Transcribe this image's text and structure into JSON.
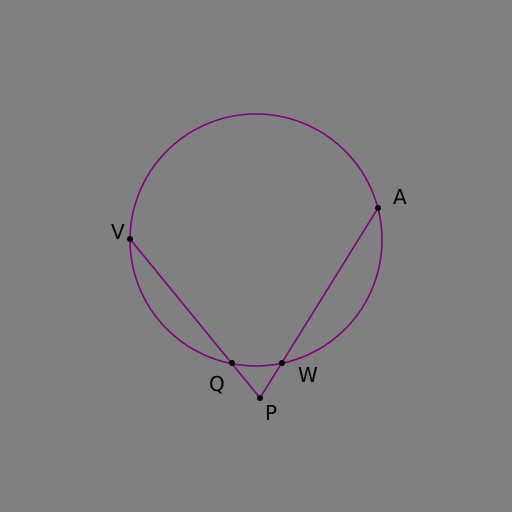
{
  "diagram": {
    "colors": {
      "background": "#808080",
      "stroke": "#800080",
      "point": "#000000",
      "label": "#000000"
    },
    "points": {
      "V": {
        "label": "V"
      },
      "A": {
        "label": "A"
      },
      "Q": {
        "label": "Q"
      },
      "W": {
        "label": "W"
      },
      "P": {
        "label": "P"
      }
    }
  }
}
